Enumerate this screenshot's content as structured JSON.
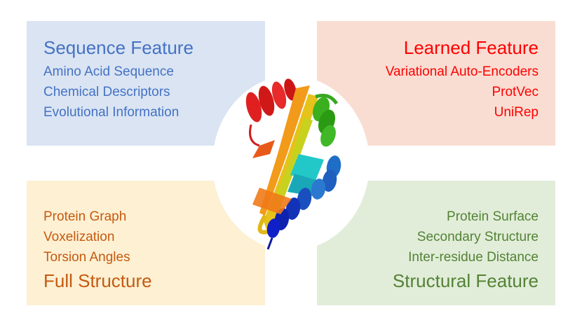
{
  "sequence": {
    "title": "Sequence Feature",
    "items": [
      "Amino Acid Sequence",
      "Chemical Descriptors",
      "Evolutional Information"
    ]
  },
  "learned": {
    "title": "Learned Feature",
    "items": [
      "Variational Auto-Encoders",
      "ProtVec",
      "UniRep"
    ]
  },
  "full": {
    "items": [
      "Protein Graph",
      "Voxelization",
      "Torsion Angles"
    ],
    "title": "Full Structure"
  },
  "structural": {
    "items": [
      "Protein Surface",
      "Secondary Structure",
      "Inter-residue Distance"
    ],
    "title": "Structural Feature"
  },
  "colors": {
    "sequence": "#4472c4",
    "learned": "#ff0000",
    "full": "#c55a11",
    "structural": "#548235"
  },
  "center_image": "protein-ribbon-structure"
}
